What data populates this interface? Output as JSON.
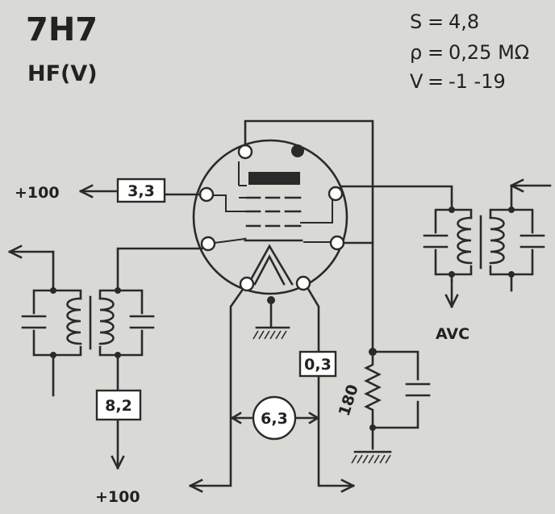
{
  "tube": {
    "type": "7H7",
    "function": "HF(V)"
  },
  "params": [
    {
      "symbol": "S",
      "eq": "=",
      "value": "4,8"
    },
    {
      "symbol": "ρ",
      "eq": "=",
      "value": "0,25 MΩ"
    },
    {
      "symbol": "V",
      "eq": "=",
      "value": "-1 -19"
    }
  ],
  "labels": {
    "screen_supply": "+100",
    "anode_supply": "+100",
    "avc": "AVC",
    "screen_resistor": "3,3",
    "anode_resistor": "8,2",
    "grid_resistor": "0,3",
    "heater_voltage": "6,3",
    "cathode_resistor": "180"
  }
}
